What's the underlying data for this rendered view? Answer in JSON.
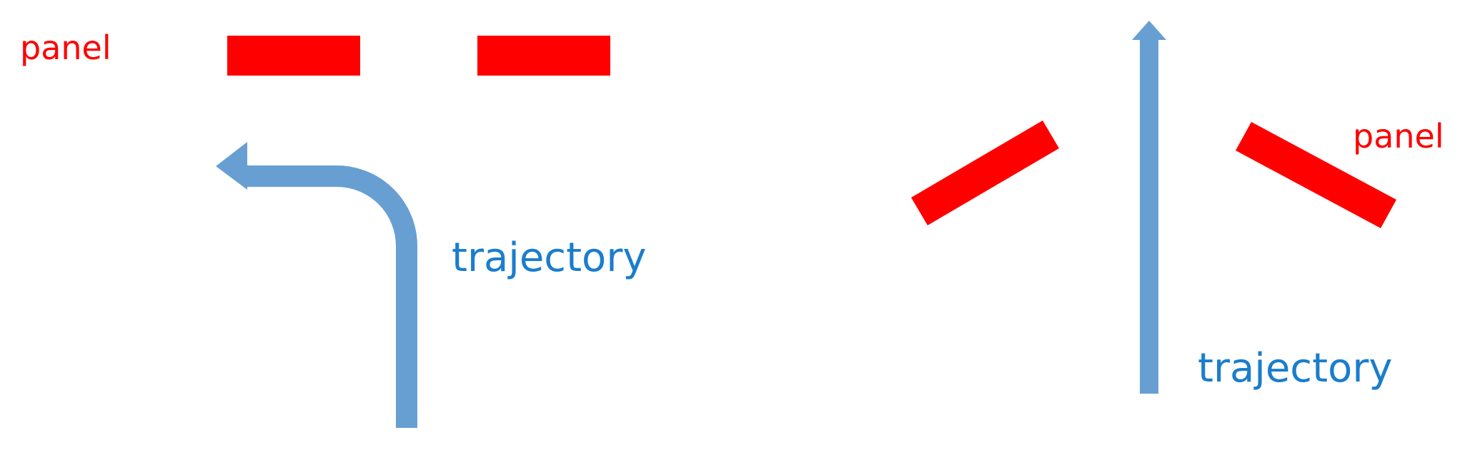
{
  "left_scene": {
    "panel_label": "panel",
    "trajectory_label": "trajectory"
  },
  "right_scene": {
    "panel_label": "panel",
    "trajectory_label": "trajectory"
  },
  "colors": {
    "panel": "#ff0000",
    "trajectory_arrow": "#679fd3",
    "trajectory_text": "#1b7dcc",
    "background": "#ffffff"
  }
}
